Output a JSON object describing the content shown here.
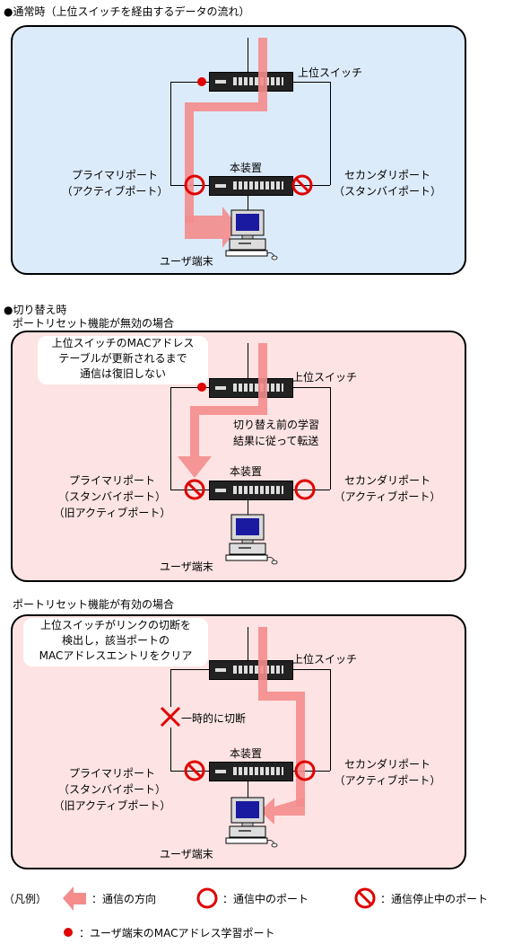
{
  "section1": {
    "title": "●通常時（上位スイッチを経由するデータの流れ）",
    "upper_switch": "上位スイッチ",
    "device": "本装置",
    "primary": "プライマリポート",
    "primary_sub": "（アクティブポート）",
    "secondary": "セカンダリポート",
    "secondary_sub": "（スタンバイポート）",
    "terminal": "ユーザ端末"
  },
  "section2": {
    "title": "●切り替え時",
    "subtitle": "ポートリセット機能が無効の場合",
    "callout": [
      "上位スイッチのMACアドレス",
      "テーブルが更新されるまで",
      "通信は復旧しない"
    ],
    "upper_switch": "上位スイッチ",
    "note": [
      "切り替え前の学習",
      "結果に従って転送"
    ],
    "device": "本装置",
    "primary": "プライマリポート",
    "primary_sub1": "（スタンバイポート）",
    "primary_sub2": "（旧アクティブポート）",
    "secondary": "セカンダリポート",
    "secondary_sub": "（アクティブポート）",
    "terminal": "ユーザ端末"
  },
  "section3": {
    "subtitle": "ポートリセット機能が有効の場合",
    "callout": [
      "上位スイッチがリンクの切断を",
      "検出し，該当ポートの",
      "MACアドレスエントリをクリア"
    ],
    "upper_switch": "上位スイッチ",
    "cut": "一時的に切断",
    "device": "本装置",
    "primary": "プライマリポート",
    "primary_sub1": "（スタンバイポート）",
    "primary_sub2": "（旧アクティブポート）",
    "secondary": "セカンダリポート",
    "secondary_sub": "（アクティブポート）",
    "terminal": "ユーザ端末"
  },
  "legend": {
    "label": "（凡例）",
    "direction": "：通信の方向",
    "active": "：通信中のポート",
    "stopped": "：通信停止中のポート",
    "learning": "：ユーザ端末のMACアドレス学習ポート"
  },
  "colors": {
    "blue_panel": "#dcebfa",
    "pink_panel": "#fde3e3",
    "arrow": "#f48c8c",
    "port_ring": "#e00000",
    "learning_dot": "#e00000"
  }
}
